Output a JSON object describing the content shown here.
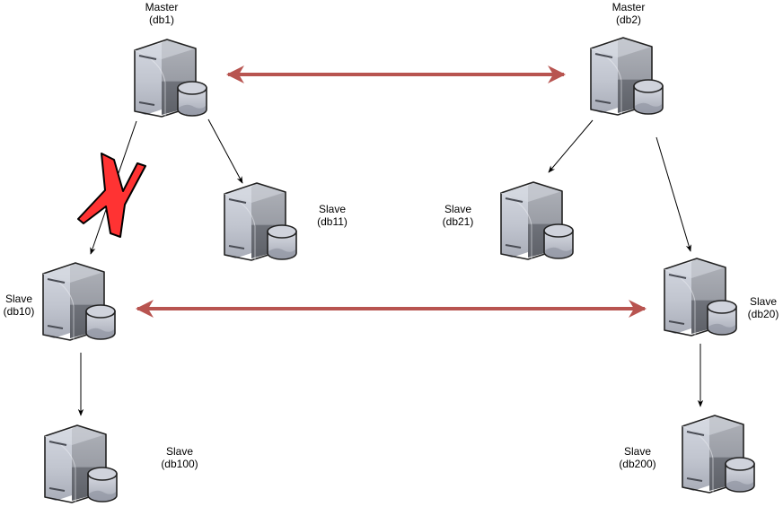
{
  "diagram": {
    "title": "",
    "colors": {
      "replication_arrow": "#b85450",
      "edge": "#000000",
      "cross_fill": "#ff3333",
      "cross_stroke": "#000000",
      "server_light": "#c8ccd6",
      "server_mid": "#a3a7b2",
      "server_dark": "#6b6e76"
    },
    "nodes": [
      {
        "id": "db1",
        "role": "Master",
        "name": "(db1)",
        "icon": "database-server-icon"
      },
      {
        "id": "db2",
        "role": "Master",
        "name": "(db2)",
        "icon": "database-server-icon"
      },
      {
        "id": "db11",
        "role": "Slave",
        "name": "(db11)",
        "icon": "database-server-icon"
      },
      {
        "id": "db21",
        "role": "Slave",
        "name": "(db21)",
        "icon": "database-server-icon"
      },
      {
        "id": "db10",
        "role": "Slave",
        "name": "(db10)",
        "icon": "database-server-icon"
      },
      {
        "id": "db20",
        "role": "Slave",
        "name": "(db20)",
        "icon": "database-server-icon"
      },
      {
        "id": "db100",
        "role": "Slave",
        "name": "(db100)",
        "icon": "database-server-icon"
      },
      {
        "id": "db200",
        "role": "Slave",
        "name": "(db200)",
        "icon": "database-server-icon"
      }
    ],
    "edges": [
      {
        "from": "db1",
        "to": "db2",
        "type": "bidirectional",
        "style": "replication"
      },
      {
        "from": "db10",
        "to": "db20",
        "type": "bidirectional",
        "style": "replication"
      },
      {
        "from": "db1",
        "to": "db11",
        "type": "directed",
        "style": "normal"
      },
      {
        "from": "db1",
        "to": "db10",
        "type": "directed",
        "style": "broken",
        "marker": "red-x-icon"
      },
      {
        "from": "db2",
        "to": "db21",
        "type": "directed",
        "style": "normal"
      },
      {
        "from": "db2",
        "to": "db20",
        "type": "directed",
        "style": "normal"
      },
      {
        "from": "db10",
        "to": "db100",
        "type": "directed",
        "style": "normal"
      },
      {
        "from": "db20",
        "to": "db200",
        "type": "directed",
        "style": "normal"
      }
    ]
  }
}
